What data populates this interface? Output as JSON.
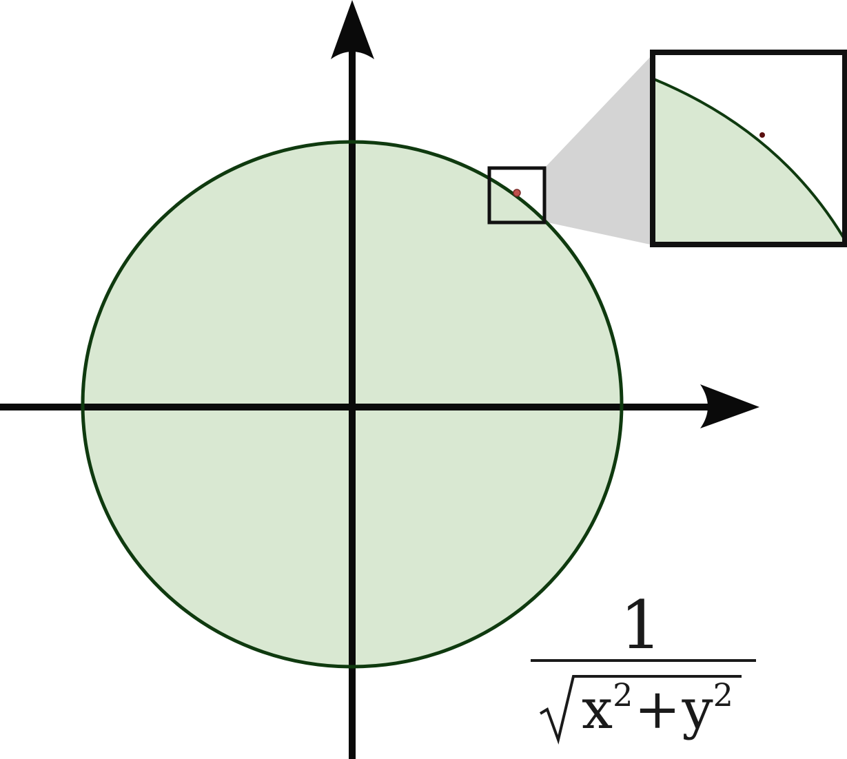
{
  "diagram": {
    "description_free": true,
    "colors": {
      "background": "#ffffff",
      "disk_fill": "#d9e8d2",
      "circle_stroke": "#0f3a0f",
      "axis": "#0a0a0a",
      "point": "#c0504d",
      "inset_point": "#5a1010",
      "callout_shade": "#d4d4d4",
      "frame": "#111111"
    },
    "icons": [
      "x-axis-arrow",
      "y-axis-arrow",
      "zoom-frame",
      "highlighted-point"
    ]
  },
  "formula": {
    "numerator": "1",
    "radicand": {
      "x_base": "x",
      "x_exp": "2",
      "plus": "+",
      "y_base": "y",
      "y_exp": "2"
    }
  }
}
